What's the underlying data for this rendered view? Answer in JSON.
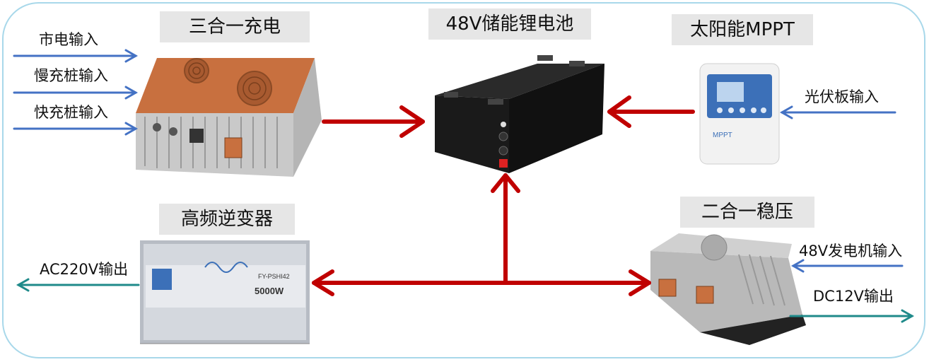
{
  "titles": {
    "charger": "三合一充电",
    "battery": "48V储能锂电池",
    "mppt": "太阳能MPPT",
    "inverter": "高频逆变器",
    "regulator": "二合一稳压"
  },
  "inputs": {
    "grid": "市电输入",
    "slow_pile": "慢充桩输入",
    "fast_pile": "快充桩输入",
    "pv": "光伏板输入",
    "generator": "48V发电机输入"
  },
  "outputs": {
    "ac": "AC220V输出",
    "dc": "DC12V输出"
  },
  "devices": {
    "inverter_model": "FY-PSHI42",
    "inverter_power": "5000W",
    "mppt_brand": "MPPT"
  },
  "colors": {
    "input_arrow": "#4472c4",
    "output_arrow": "#1f8a8a",
    "power_arrow": "#c00000",
    "frame": "#a8d8ea",
    "title_bg": "#e6e6e6"
  }
}
